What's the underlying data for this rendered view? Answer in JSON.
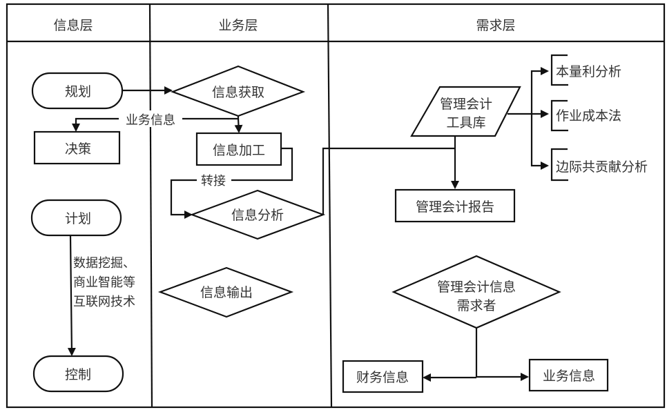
{
  "lanes": [
    {
      "id": "info",
      "title": "信息层"
    },
    {
      "id": "business",
      "title": "业务层"
    },
    {
      "id": "demand",
      "title": "需求层"
    }
  ],
  "nodes": {
    "planning": "规划",
    "decision": "决策",
    "plan": "计划",
    "control": "控制",
    "info_acquire": "信息获取",
    "info_process": "信息加工",
    "info_analyze": "信息分析",
    "info_output": "信息输出",
    "toolkit_line1": "管理会计",
    "toolkit_line2": "工具库",
    "report": "管理会计报告",
    "cvp": "本量利分析",
    "abc": "作业成本法",
    "marginal": "边际共贡献分析",
    "demander_line1": "管理会计信息",
    "demander_line2": "需求者",
    "financial_info": "财务信息",
    "business_info": "业务信息"
  },
  "edge_labels": {
    "business_info": "业务信息",
    "transfer": "转接",
    "tech_line1": "数据挖掘、",
    "tech_line2": "商业智能等",
    "tech_line3": "互联网技术"
  }
}
